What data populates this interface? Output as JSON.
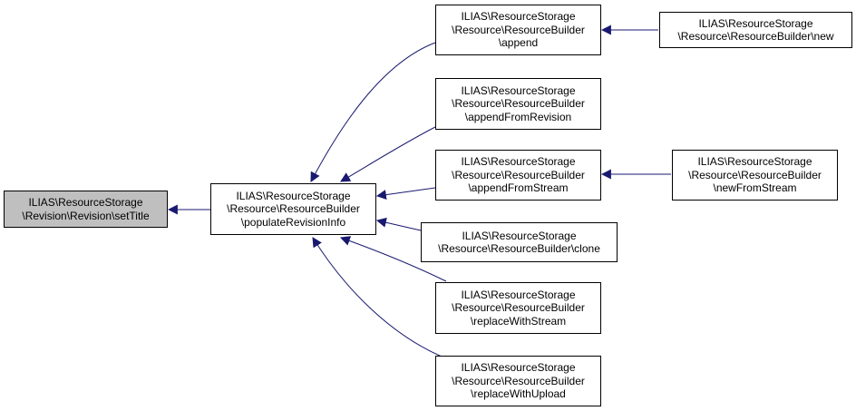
{
  "colors": {
    "edge": "#191970",
    "node_border": "#000000",
    "node_fill": "#ffffff",
    "root_fill": "#bfbfbf"
  },
  "nodes": {
    "settitle": [
      "ILIAS\\ResourceStorage",
      "\\Revision\\Revision\\setTitle"
    ],
    "populate": [
      "ILIAS\\ResourceStorage",
      "\\Resource\\ResourceBuilder",
      "\\populateRevisionInfo"
    ],
    "append": [
      "ILIAS\\ResourceStorage",
      "\\Resource\\ResourceBuilder",
      "\\append"
    ],
    "new": [
      "ILIAS\\ResourceStorage",
      "\\Resource\\ResourceBuilder\\new"
    ],
    "appendfromrevision": [
      "ILIAS\\ResourceStorage",
      "\\Resource\\ResourceBuilder",
      "\\appendFromRevision"
    ],
    "appendfromstream": [
      "ILIAS\\ResourceStorage",
      "\\Resource\\ResourceBuilder",
      "\\appendFromStream"
    ],
    "newfromstream": [
      "ILIAS\\ResourceStorage",
      "\\Resource\\ResourceBuilder",
      "\\newFromStream"
    ],
    "clone": [
      "ILIAS\\ResourceStorage",
      "\\Resource\\ResourceBuilder\\clone"
    ],
    "replacewithstream": [
      "ILIAS\\ResourceStorage",
      "\\Resource\\ResourceBuilder",
      "\\replaceWithStream"
    ],
    "replacewithupload": [
      "ILIAS\\ResourceStorage",
      "\\Resource\\ResourceBuilder",
      "\\replaceWithUpload"
    ]
  }
}
